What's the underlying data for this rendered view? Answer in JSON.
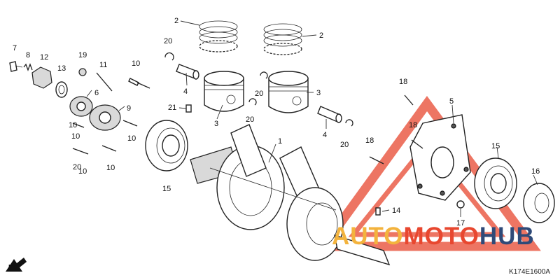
{
  "diagram": {
    "code": "K174E1600A",
    "direction_label": "FR.",
    "logo": {
      "part1": "AUTO",
      "part2": "MOTO",
      "part3": "HUB"
    },
    "colors": {
      "logo_yellow": "#f3b33d",
      "logo_red": "#e8472f",
      "logo_blue": "#2f4a78",
      "watermark": "#e8472f"
    },
    "callouts": [
      "1",
      "2",
      "2",
      "3",
      "3",
      "4",
      "4",
      "5",
      "6",
      "7",
      "8",
      "9",
      "10",
      "10",
      "10",
      "10",
      "10",
      "10",
      "11",
      "12",
      "13",
      "14",
      "15",
      "15",
      "16",
      "17",
      "18",
      "18",
      "18",
      "19",
      "20",
      "20",
      "20",
      "20",
      "20",
      "21"
    ]
  }
}
